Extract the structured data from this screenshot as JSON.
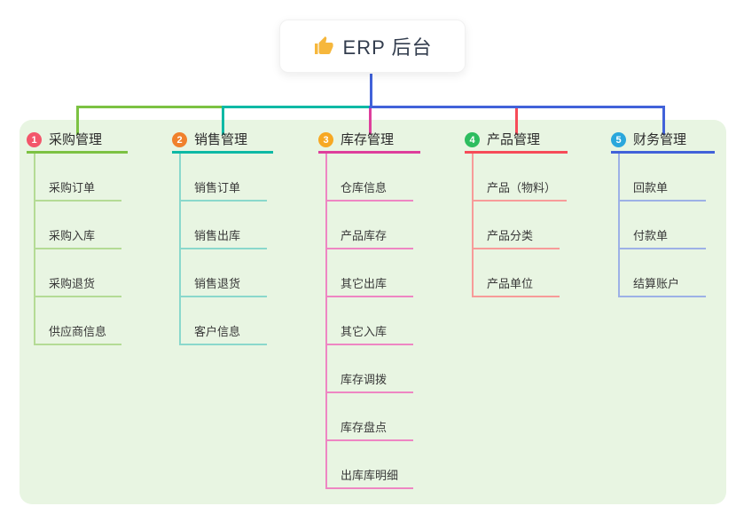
{
  "root": {
    "title": "ERP 后台",
    "icon": "thumbs-up-icon",
    "icon_color": "#f6b73c",
    "line_color": "#4162d9"
  },
  "colors": {
    "canvas_bg": "#ffffff",
    "panel_bg": "#e8f5e2",
    "card_bg": "#ffffff",
    "title_text": "#333d4e",
    "header_text": "#2b2b2b",
    "item_text": "#383838"
  },
  "branches": [
    {
      "badge": "1",
      "label": "采购管理",
      "badge_color": "#f3566b",
      "line_color": "#7cc242",
      "light_color": "#b4db95",
      "items": [
        "采购订单",
        "采购入库",
        "采购退货",
        "供应商信息"
      ]
    },
    {
      "badge": "2",
      "label": "销售管理",
      "badge_color": "#f0812c",
      "line_color": "#0db9a5",
      "light_color": "#8ad8cc",
      "items": [
        "销售订单",
        "销售出库",
        "销售退货",
        "客户信息"
      ]
    },
    {
      "badge": "3",
      "label": "库存管理",
      "badge_color": "#f7a823",
      "line_color": "#de3f9c",
      "light_color": "#ee86c3",
      "items": [
        "仓库信息",
        "产品库存",
        "其它出库",
        "其它入库",
        "库存调拨",
        "库存盘点",
        "出库库明细"
      ]
    },
    {
      "badge": "4",
      "label": "产品管理",
      "badge_color": "#2dbd5f",
      "line_color": "#f64b58",
      "light_color": "#f79b99",
      "items": [
        "产品（物料）",
        "产品分类",
        "产品单位"
      ]
    },
    {
      "badge": "5",
      "label": "财务管理",
      "badge_color": "#2aa7dc",
      "line_color": "#4162d9",
      "light_color": "#9db1e6",
      "items": [
        "回款单",
        "付款单",
        "结算账户"
      ]
    }
  ]
}
